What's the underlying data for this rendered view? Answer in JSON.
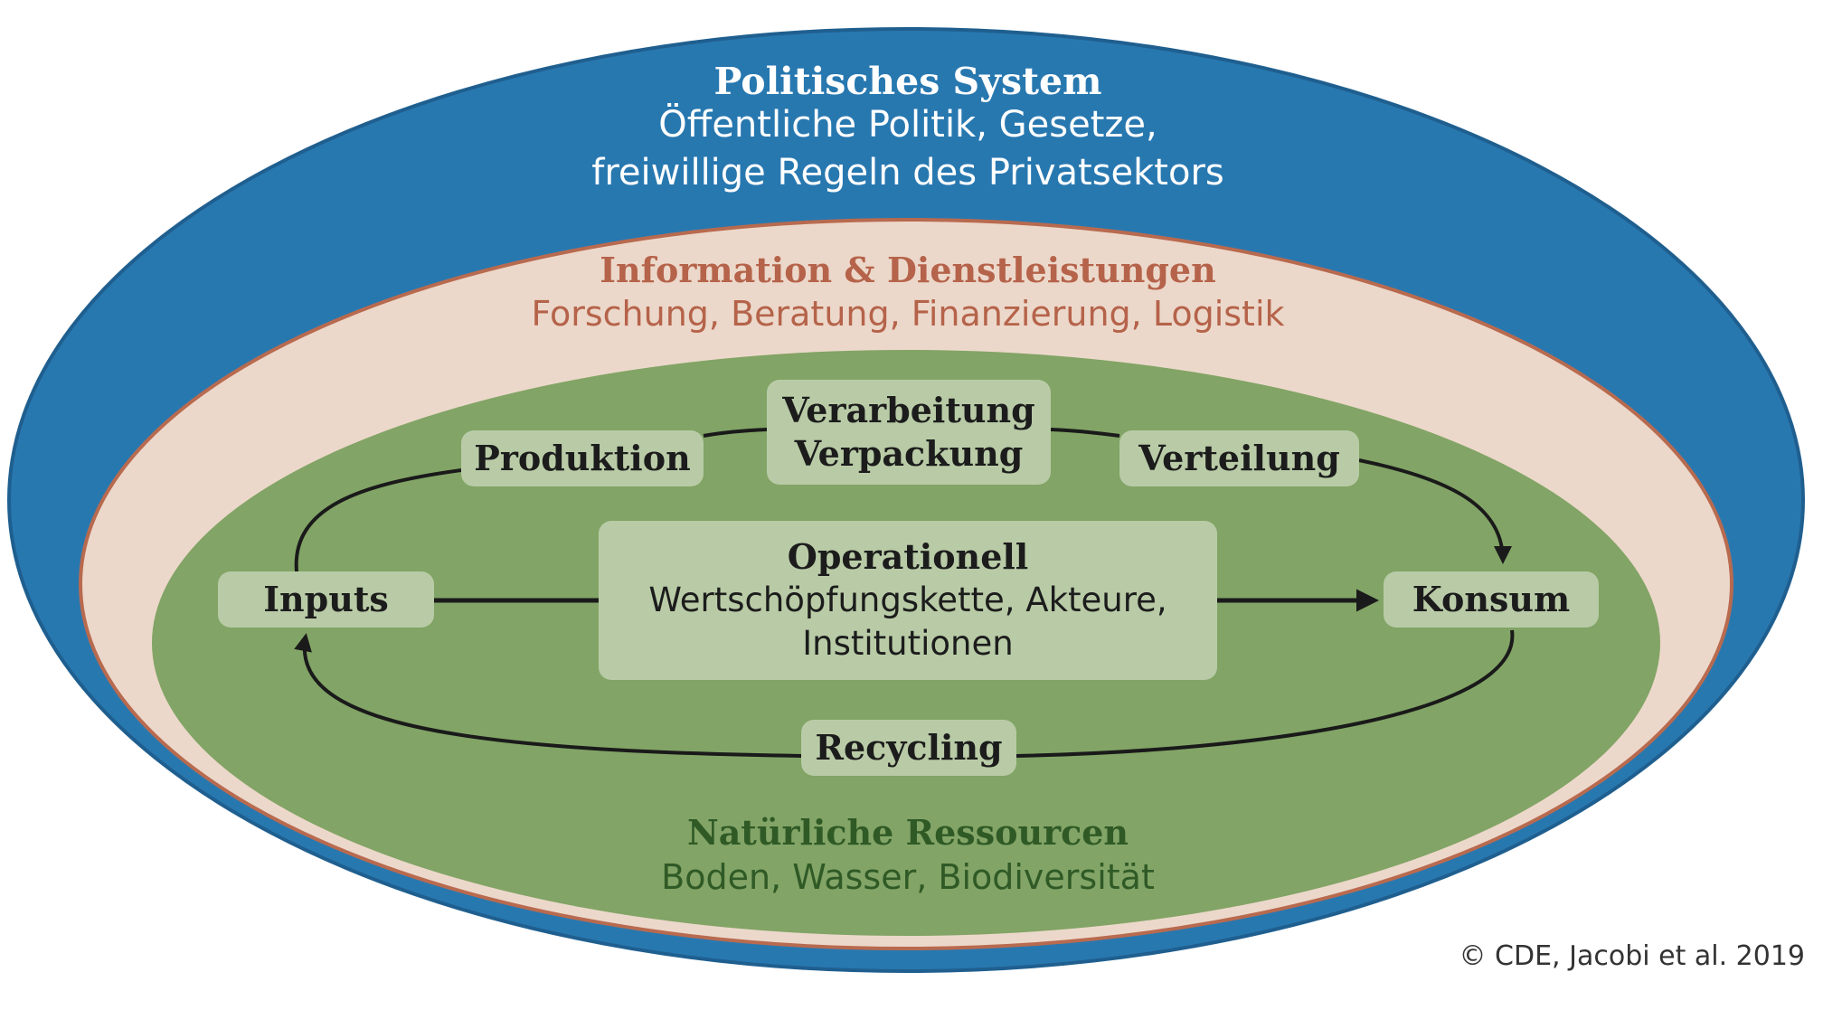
{
  "colors": {
    "outer_ring": "#2878b0",
    "outer_ring_edge": "#1f5f8f",
    "middle_ring": "#ecd8ca",
    "middle_ring_edge": "#b86a4f",
    "inner_area": "#82a466",
    "node_box": "#b8cba6",
    "arrows": "#1a1a1a",
    "political_text": "#ffffff",
    "info_text": "#b5634a",
    "resources_text": "#2f5a26"
  },
  "political_system": {
    "title": "Politisches System",
    "line1": "Öffentliche Politik, Gesetze,",
    "line2": "freiwillige Regeln des Privatsektors"
  },
  "information_services": {
    "title": "Information & Dienstleistungen",
    "subtitle": "Forschung, Beratung, Finanzierung, Logistik"
  },
  "operational": {
    "title": "Operationell",
    "line1": "Wertschöpfungskette, Akteure,",
    "line2": "Institutionen"
  },
  "nodes": {
    "produktion": "Produktion",
    "verarbeitung": "Verarbeitung",
    "verpackung": "Verpackung",
    "verteilung": "Verteilung",
    "inputs": "Inputs",
    "konsum": "Konsum",
    "recycling": "Recycling"
  },
  "natural_resources": {
    "title": "Natürliche Ressourcen",
    "subtitle": "Boden, Wasser, Biodiversität"
  },
  "credit": "© CDE, Jacobi et al. 2019"
}
